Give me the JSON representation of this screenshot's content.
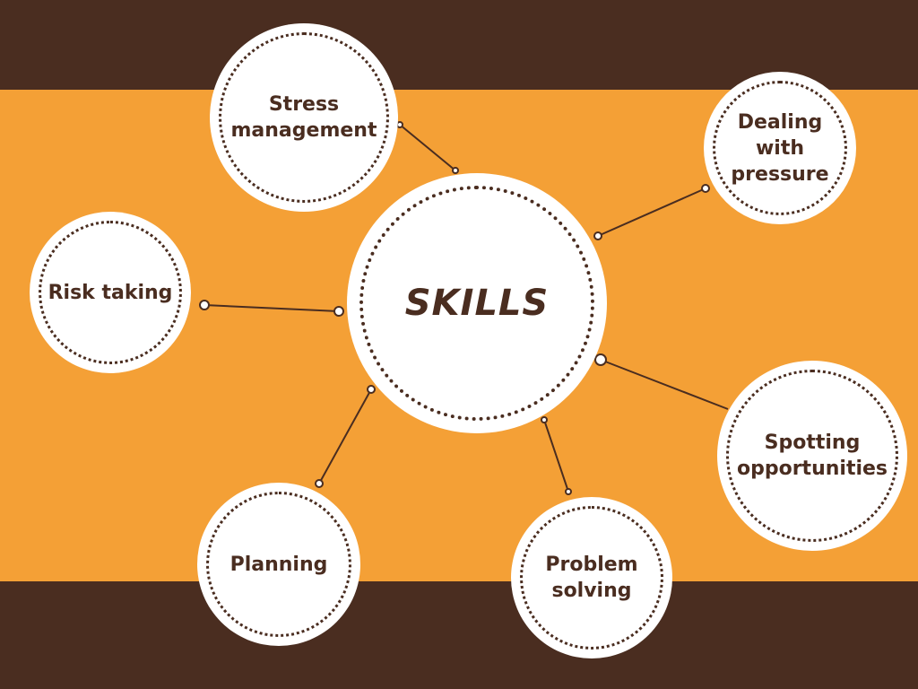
{
  "diagram": {
    "center_label": "SKILLS",
    "nodes": [
      {
        "id": "stress",
        "label": "Stress\nmanagement"
      },
      {
        "id": "dealing",
        "label": "Dealing\nwith\npressure"
      },
      {
        "id": "risk",
        "label": "Risk taking"
      },
      {
        "id": "spotting",
        "label": "Spotting\nopportunities"
      },
      {
        "id": "planning",
        "label": "Planning"
      },
      {
        "id": "problem",
        "label": "Problem\nsolving"
      }
    ]
  },
  "colors": {
    "dark_brown": "#4a2d20",
    "orange": "#f4a036",
    "white": "#ffffff"
  }
}
